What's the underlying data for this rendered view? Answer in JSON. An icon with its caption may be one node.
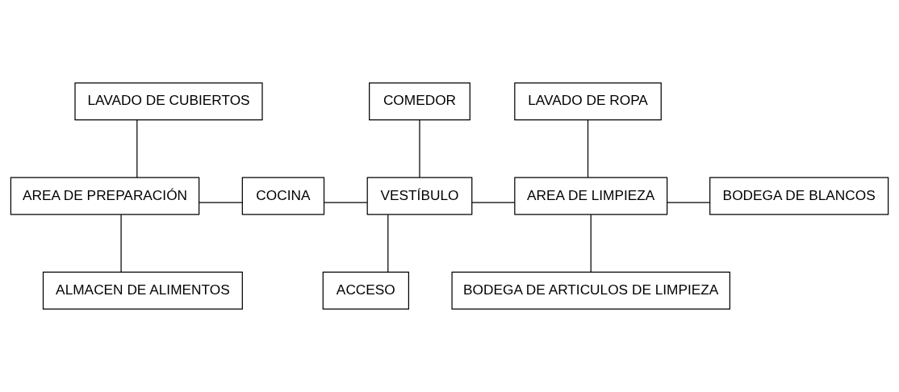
{
  "diagram": {
    "nodes": [
      {
        "text": [
          "COMEDOR"
        ]
      },
      {
        "text": [
          "LAVADO DE CUBIERTOS"
        ]
      },
      {
        "text": [
          "LAVADO DE ROPA"
        ]
      },
      {
        "text": [
          "AREA DE PREPARACIÓN"
        ]
      },
      {
        "text": [
          "COCINA"
        ]
      },
      {
        "text": [
          "VESTÍBULO"
        ]
      },
      {
        "text": [
          "AREA DE LIMPIEZA"
        ]
      },
      {
        "text": [
          "BODEGA DE BLANCOS"
        ]
      },
      {
        "text": [
          "ALMACEN DE ALIMENTOS"
        ]
      },
      {
        "text": [
          "ACCESO"
        ]
      },
      {
        "text": [
          "BODEGA DE ARTICULOS DE LIMPIEZA"
        ]
      }
    ],
    "edges": [
      {
        "from": 1,
        "to": 3,
        "arrow": "none"
      },
      {
        "from": 3,
        "to": 4,
        "arrow": "none"
      },
      {
        "from": 4,
        "to": 5,
        "arrow": "none"
      },
      {
        "from": 0,
        "to": 5,
        "arrow": "none"
      },
      {
        "from": 5,
        "to": 9,
        "arrow": "none"
      },
      {
        "from": 5,
        "to": 6,
        "arrow": "none"
      },
      {
        "from": 2,
        "to": 6,
        "arrow": "none"
      },
      {
        "from": 6,
        "to": 7,
        "arrow": "none"
      },
      {
        "from": 6,
        "to": 10,
        "arrow": "none"
      },
      {
        "from": 3,
        "to": 8,
        "arrow": "none"
      }
    ]
  }
}
